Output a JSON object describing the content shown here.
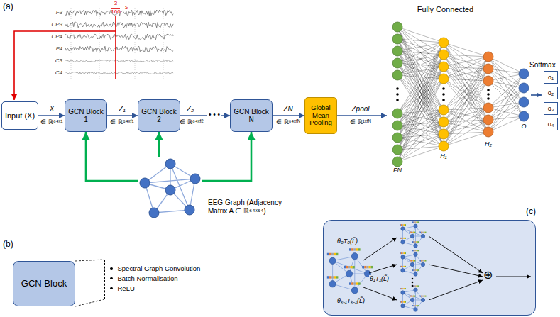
{
  "diagram": {
    "nodes": [
      {
        "text": [
          "Input (X)"
        ]
      },
      {
        "text": [
          "GCN Block 1"
        ]
      },
      {
        "text": [
          "GCN Block 2"
        ]
      },
      {
        "text": [
          "GCN Block N"
        ]
      },
      {
        "text": [
          "Global Mean Pooling"
        ]
      },
      {
        "text": [
          "Fully Connected"
        ]
      },
      {
        "text": [
          "o₁"
        ]
      },
      {
        "text": [
          "o₂"
        ]
      },
      {
        "text": [
          "o₃"
        ]
      },
      {
        "text": [
          "o₄"
        ]
      },
      {
        "text": [
          "EEG Graph (Adjacency Matrix A ∈ ℝ⁶⁴ˣ⁶⁴)"
        ]
      },
      {
        "text": [
          "GCN Block"
        ]
      },
      {
        "text": [
          "Spectral Graph Convolution",
          "Batch Normalisation",
          "ReLU"
        ]
      },
      {
        "text": [
          "θ₀T₀(L̃)",
          "θ₁T₁(L̃)",
          "θₖ₋₁Tₖ₋₁(L̃)"
        ]
      }
    ],
    "edges": [
      {
        "from": 0,
        "to": 1,
        "label": "X",
        "arrow": "to"
      },
      {
        "from": 1,
        "to": 2,
        "label": "Z₁",
        "arrow": "to"
      },
      {
        "from": 2,
        "to": 3,
        "label": "Z₂",
        "arrow": "to"
      },
      {
        "from": 3,
        "to": 4,
        "label": "ZN",
        "arrow": "to"
      },
      {
        "from": 4,
        "to": 5,
        "label": "Zpool",
        "arrow": "to"
      },
      {
        "from": 10,
        "to": 1,
        "arrow": "to"
      },
      {
        "from": 10,
        "to": 2,
        "arrow": "to"
      },
      {
        "from": 10,
        "to": 3,
        "arrow": "to"
      },
      {
        "from": 11,
        "to": 12,
        "arrow": "none"
      },
      {
        "from": 11,
        "to": 12,
        "arrow": "none"
      }
    ],
    "labels": [
      "(a)",
      "F3",
      "CP3",
      "CP4",
      "F4",
      "C3",
      "C4",
      "3",
      "160",
      "s",
      "∈ ℝ⁶⁴ˣ¹",
      "∈ ℝ⁶⁴ˣᶠ¹",
      "∈ ℝ⁶⁴ˣᶠ²",
      "• • •",
      "∈ ℝ⁶⁴ˣᶠᴺ",
      "∈ ℝ¹ˣᶠᴺ",
      "FN",
      "H₁",
      "H₂",
      "O",
      "Softmax",
      "(b)",
      "(c)",
      "⊕"
    ]
  }
}
